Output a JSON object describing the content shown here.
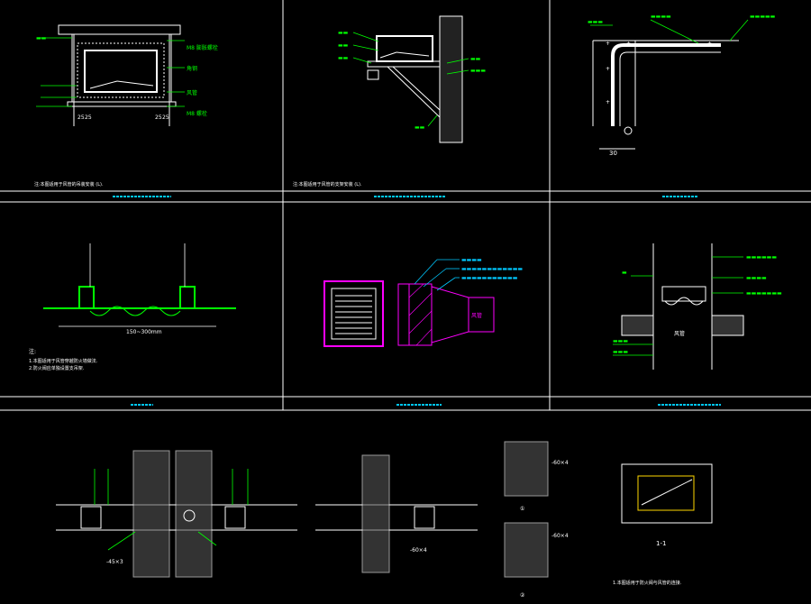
{
  "colors": {
    "background": "#000000",
    "frame": "#ffffff",
    "leader": "#00ff00",
    "caption": "#00c8ff",
    "accent": "#ff00ff"
  },
  "panel1": {
    "labels": [
      "M8 膨胀螺栓",
      "M8 螺栓",
      "风管",
      "角钢",
      "25",
      "25",
      "25",
      "25"
    ],
    "note": "注:本图适用于风管的吊装安装 (L)."
  },
  "panel2": {
    "note": "注:本图适用于风管的支架安装 (L)."
  },
  "panel3": {
    "dimension": "30"
  },
  "panel4": {
    "dimension": "150~300mm",
    "notes": [
      "注:",
      "1.本图适用于风管穿越防火墙做法.",
      "2.防火阀应单独设置支吊架."
    ]
  },
  "panel5": {
    "labels": [
      "风管",
      "防火阀"
    ]
  },
  "panel6": {
    "labels": [
      "风管"
    ]
  },
  "bottom": {
    "dims": [
      "-45×3",
      "-60×4",
      "-60×4",
      "-60×4"
    ],
    "section_mark": "1-1",
    "callouts": [
      "①",
      "②"
    ],
    "note": "1.本图适用于防火阀与风管的连接."
  }
}
